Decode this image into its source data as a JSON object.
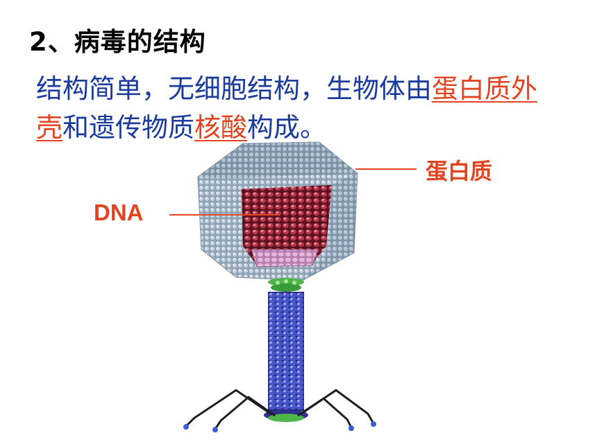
{
  "title": "2、病毒的结构",
  "paragraph": {
    "seg1": "结构简单，无细胞结构，生物体由",
    "hl1": "蛋白质外壳",
    "seg2": "和遗传物质",
    "hl2": "核酸",
    "seg3": "构成。"
  },
  "labels": {
    "protein": "蛋白质",
    "dna": "DNA"
  },
  "colors": {
    "heading": "#000000",
    "body_text": "#1a3a9c",
    "highlight": "#e2441f"
  }
}
